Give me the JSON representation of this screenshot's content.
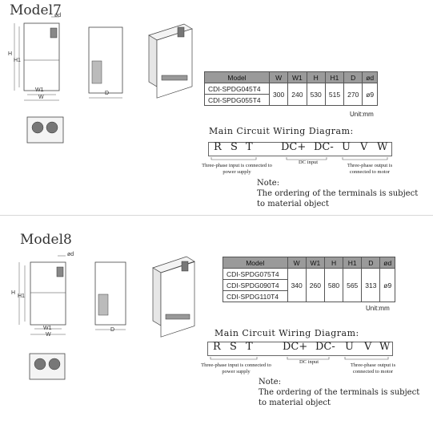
{
  "sections": [
    {
      "title": "Model7",
      "table": {
        "headers": [
          "Model",
          "W",
          "W1",
          "H",
          "H1",
          "D",
          "ød"
        ],
        "models": [
          "CDI-SPDG045T4",
          "CDI-SPDG055T4"
        ],
        "values": [
          "300",
          "240",
          "530",
          "515",
          "270",
          "ø9"
        ]
      },
      "unit": "Unit:mm",
      "wiring_title": "Main Circuit Wiring Diagram:",
      "terminals": [
        "R",
        "S",
        "T",
        "DC+",
        "DC-",
        "U",
        "V",
        "W"
      ],
      "input_label": "Three-phase input is connected to power supply",
      "dc_label": "DC input",
      "output_label": "Three-phase output is connected to motor",
      "note_label": "Note:",
      "note_text": "The ordering of the terminals is subject to material object",
      "dims": {
        "h": "H",
        "h1": "H1",
        "w1": "W1",
        "w": "W",
        "d": "D",
        "od": "ød"
      }
    },
    {
      "title": "Model8",
      "table": {
        "headers": [
          "Model",
          "W",
          "W1",
          "H",
          "H1",
          "D",
          "ød"
        ],
        "models": [
          "CDI-SPDG075T4",
          "CDI-SPDG090T4",
          "CDI-SPDG110T4"
        ],
        "values": [
          "340",
          "260",
          "580",
          "565",
          "313",
          "ø9"
        ]
      },
      "unit": "Unit:mm",
      "wiring_title": "Main Circuit Wiring Diagram:",
      "terminals": [
        "R",
        "S",
        "T",
        "DC+",
        "DC-",
        "U",
        "V",
        "W"
      ],
      "input_label": "Three-phase input is connected to power supply",
      "dc_label": "DC input",
      "output_label": "Three-phase output is connected to motor",
      "note_label": "Note:",
      "note_text": "The ordering of the terminals is subject to material object",
      "dims": {
        "h": "H",
        "h1": "H1",
        "w1": "W1",
        "w": "W",
        "d": "D",
        "od": "ød"
      }
    }
  ]
}
